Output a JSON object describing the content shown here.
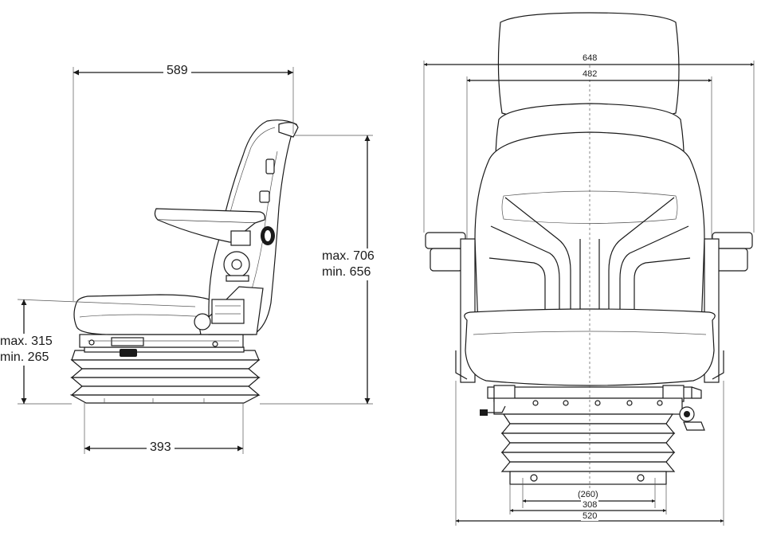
{
  "side_view": {
    "width_label": "589",
    "base_label": "393",
    "height_max": "max. 706",
    "height_min": "min.  656",
    "seat_height_max": "max. 315",
    "seat_height_min": "min.  265"
  },
  "front_view": {
    "width_armrests": "648",
    "width_backrest": "482",
    "base_inner": "(260)",
    "base_mid": "308",
    "base_outer": "520"
  },
  "colors": {
    "line": "#1a1a1a",
    "background": "#ffffff"
  }
}
